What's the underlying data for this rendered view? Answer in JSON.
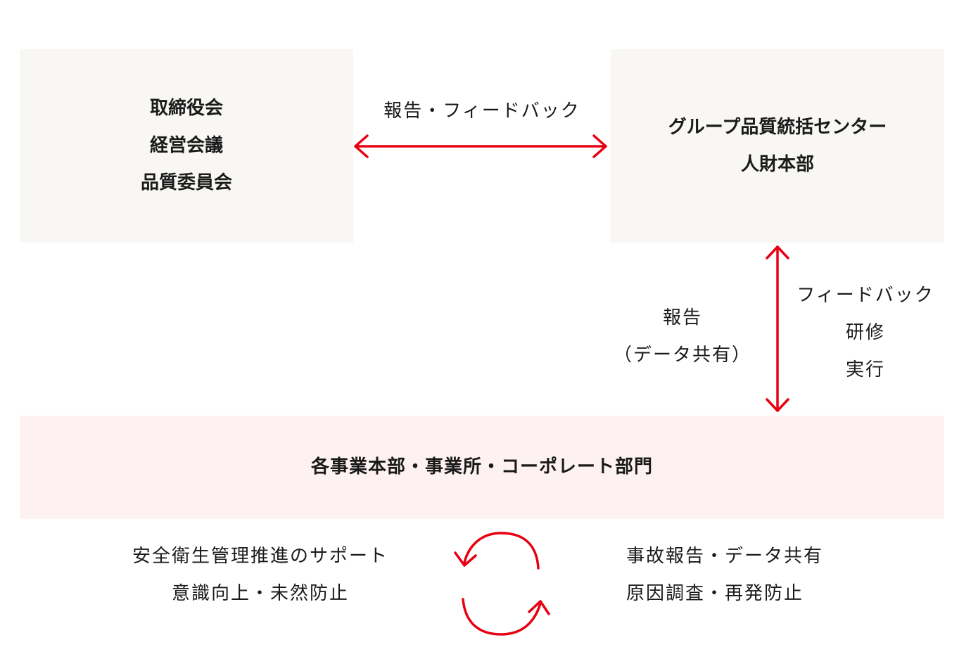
{
  "board_box": {
    "lines": [
      "取締役会",
      "経営会議",
      "品質委員会"
    ]
  },
  "center_box": {
    "lines": [
      "グループ品質統括センター",
      "人財本部"
    ]
  },
  "divisions_box": {
    "text": "各事業本部・事業所・コーポレート部門"
  },
  "top_arrow_label": "報告・フィードバック",
  "vertical_labels": {
    "report": [
      "報告",
      "（データ共有）"
    ],
    "feedback": [
      "フィードバック",
      "研修",
      "実行"
    ]
  },
  "cycle": {
    "left": [
      "安全衛生管理推進のサポート",
      "意識向上・未然防止"
    ],
    "right": [
      "事故報告・データ共有",
      "原因調査・再発防止"
    ]
  },
  "colors": {
    "arrow": "#e60012",
    "gray_box": "#f8f7f4",
    "pink_box": "#fdf1f1"
  }
}
